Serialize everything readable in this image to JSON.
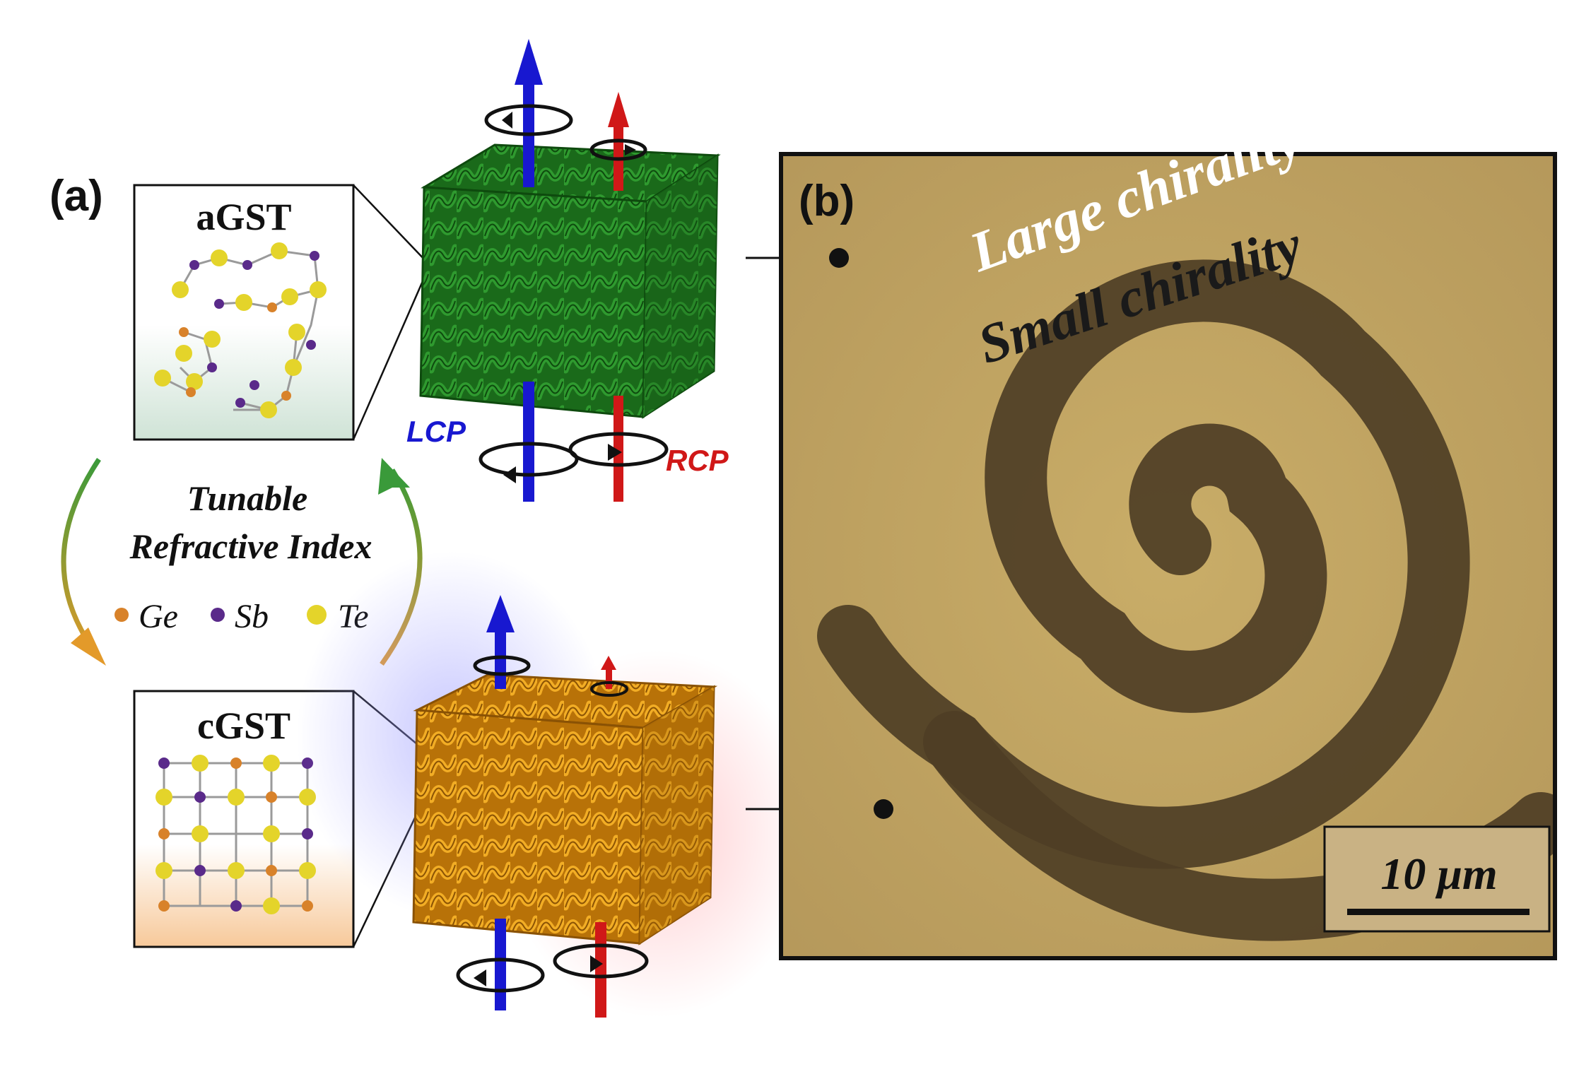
{
  "panel_a": {
    "label": "(a)",
    "amorphous_box": {
      "title": "aGST"
    },
    "crystalline_box": {
      "title": "cGST"
    },
    "transition": {
      "line1": "Tunable",
      "line2": "Refractive Index",
      "arrow_colors": {
        "down": "#e39a2a",
        "up": "#3a9a3a"
      }
    },
    "legend": [
      {
        "symbol": "Ge",
        "color": "#d8822a"
      },
      {
        "symbol": "Sb",
        "color": "#5a2a8a"
      },
      {
        "symbol": "Te",
        "color": "#e4d42a"
      }
    ],
    "beams": {
      "lcp_label": "LCP",
      "rcp_label": "RCP",
      "lcp_color": "#1818d0",
      "rcp_color": "#d01818"
    },
    "cube_colors": {
      "top": "#1e7a1e",
      "bottom": "#e09a18"
    }
  },
  "panel_b": {
    "label": "(b)",
    "region_large": "Large chirality",
    "region_small": "Small chirality",
    "scale_bar": "10 μm",
    "colors": {
      "background": "#c2a45e",
      "spiral": "#4a3a22"
    }
  }
}
